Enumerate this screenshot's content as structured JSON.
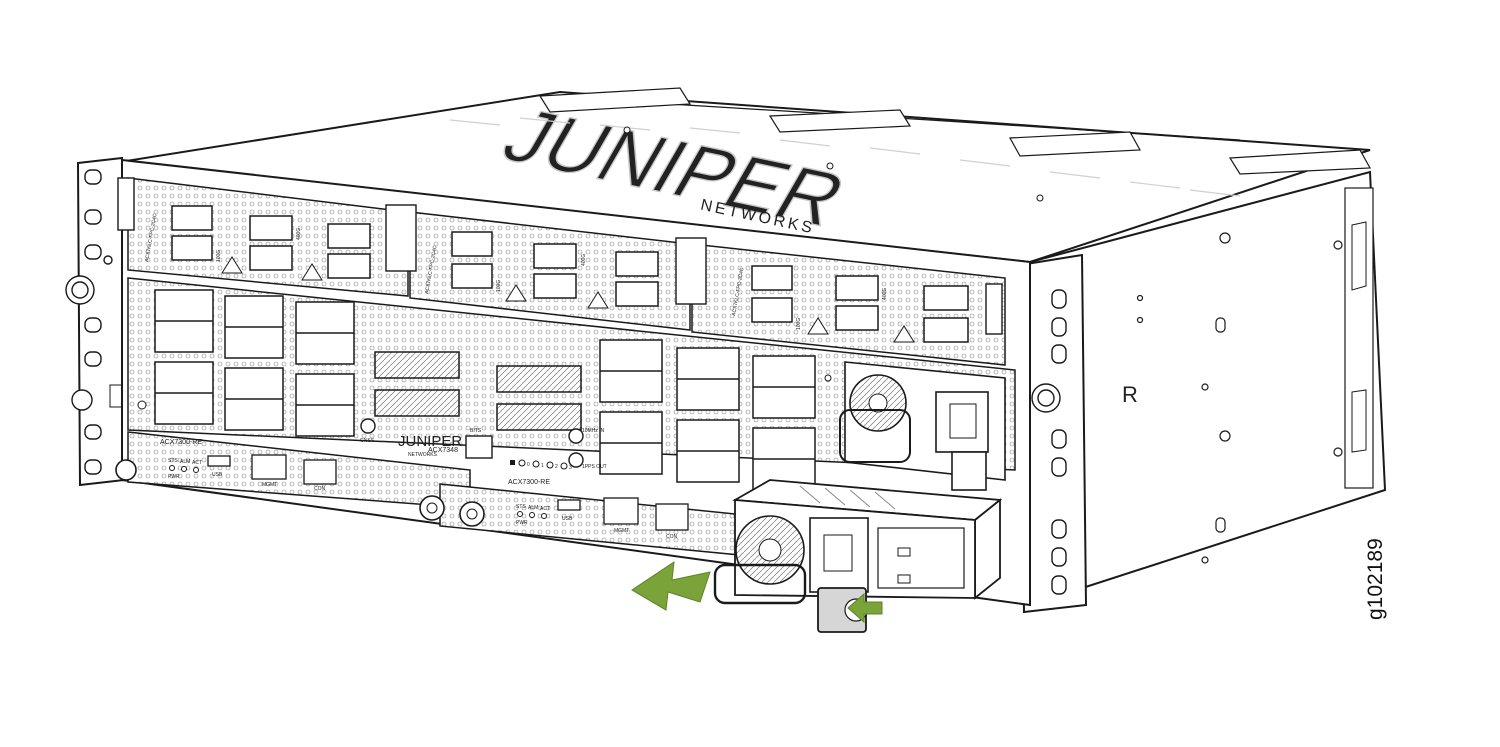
{
  "figure": {
    "id": "g102189"
  },
  "chassis": {
    "logo_text": "JUNIPER",
    "logo_sub": "NETWORKS",
    "model": "ACX7348",
    "rear_mark": "R"
  },
  "line_cards": [
    {
      "label": "ACX7KLC-FPC-2C4C",
      "speeds": [
        "400G",
        "100G"
      ]
    },
    {
      "label": "ACX7KLC-FPC-2C4C",
      "speeds": [
        "400G",
        "100G"
      ]
    },
    {
      "label": "ACX7KLC-FPC-2C4C",
      "speeds": [
        "400G",
        "100G"
      ]
    }
  ],
  "routing_engines": [
    {
      "label": "ACX7300-RE",
      "leds": [
        "STS",
        "ALM",
        "ACT",
        "PWR"
      ],
      "ports": [
        "USB",
        "MGMT",
        "CON"
      ]
    },
    {
      "label": "ACX7300-RE",
      "leds": [
        "STS",
        "ALM",
        "ACT",
        "PWR"
      ],
      "ports": [
        "USB",
        "MGMT",
        "CON"
      ]
    }
  ],
  "timing": {
    "labels": [
      "10MHz IN",
      "1PPS OUT",
      "GNSS",
      "BITS"
    ]
  },
  "status_leds": [
    "0",
    "1",
    "2",
    "3"
  ],
  "colors": {
    "line": "#1a1a1a",
    "panel": "#ffffff",
    "arrow": "#7aa33a",
    "shade": "#dcdcdc"
  },
  "icons": [
    "removal-arrow-icon",
    "release-latch-arrow-icon",
    "warning-hot-surface-icon",
    "esd-ground-icon"
  ]
}
